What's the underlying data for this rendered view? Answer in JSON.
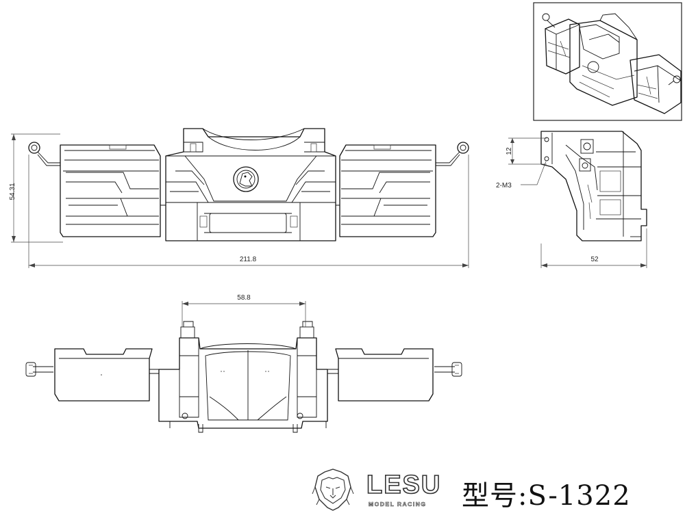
{
  "dimensions": {
    "overall_width": "211.8",
    "height": "54.31",
    "depth": "52",
    "hole_offset": "12",
    "screw_spec": "2-M3",
    "center_width": "58.8"
  },
  "brand": {
    "name": "LESU",
    "tagline": "MODEL RACING",
    "model_label": "型号:S-1322"
  },
  "icons": {
    "logo": "lion-head-icon",
    "emblem": "griffin-emblem-icon"
  }
}
